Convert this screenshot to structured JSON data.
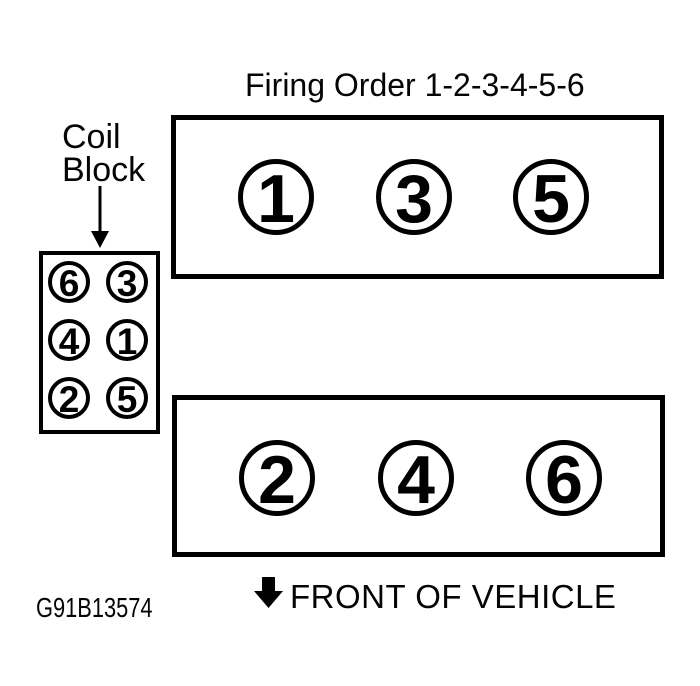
{
  "title": "Firing Order 1-2-3-4-5-6",
  "coil_block": {
    "label_line1": "Coil",
    "label_line2": "Block",
    "rows": [
      [
        "6",
        "3"
      ],
      [
        "4",
        "1"
      ],
      [
        "2",
        "5"
      ]
    ]
  },
  "banks": {
    "top_cylinders": [
      "1",
      "3",
      "5"
    ],
    "bottom_cylinders": [
      "2",
      "4",
      "6"
    ]
  },
  "footer": {
    "figure_id": "G91B13574",
    "front_label": "FRONT OF VEHICLE"
  },
  "icons": {
    "coil_pointer": "down-arrow-icon",
    "front_direction": "down-arrow-icon"
  },
  "colors": {
    "ink": "#000000",
    "background": "#ffffff"
  }
}
